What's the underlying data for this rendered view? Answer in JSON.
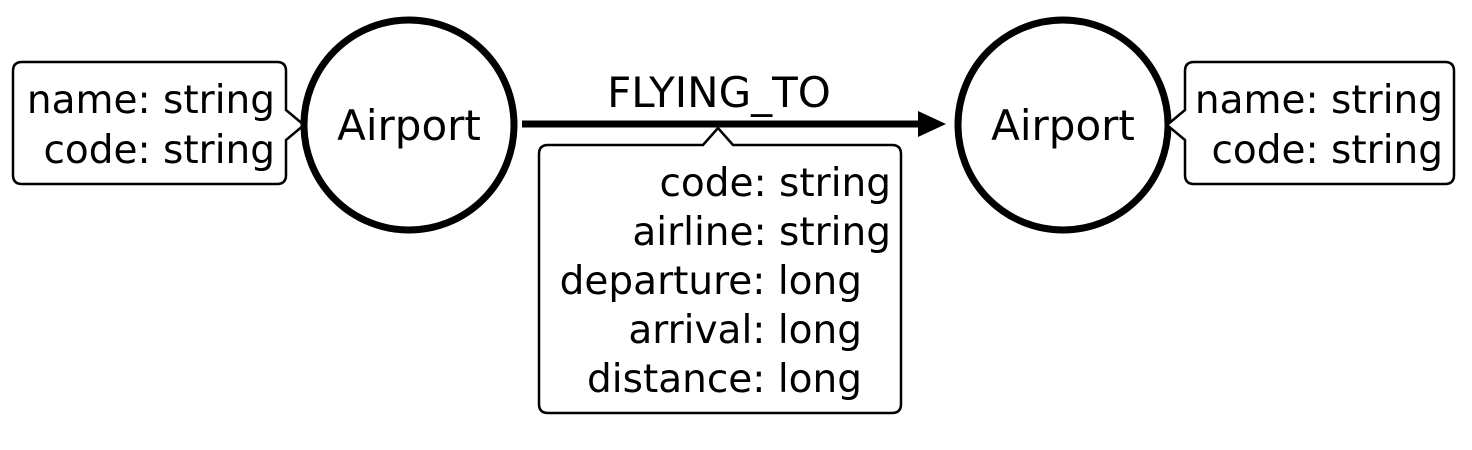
{
  "nodes": [
    {
      "label": "Airport",
      "properties": [
        "name: string",
        "code: string"
      ]
    },
    {
      "label": "Airport",
      "properties": [
        "name: string",
        "code: string"
      ]
    }
  ],
  "edge": {
    "label": "FLYING_TO",
    "properties": [
      "code: string",
      "airline: string",
      "departure: long",
      "arrival: long",
      "distance: long"
    ]
  },
  "colors": {
    "stroke": "#000000",
    "fill": "#ffffff",
    "text": "#000000"
  }
}
